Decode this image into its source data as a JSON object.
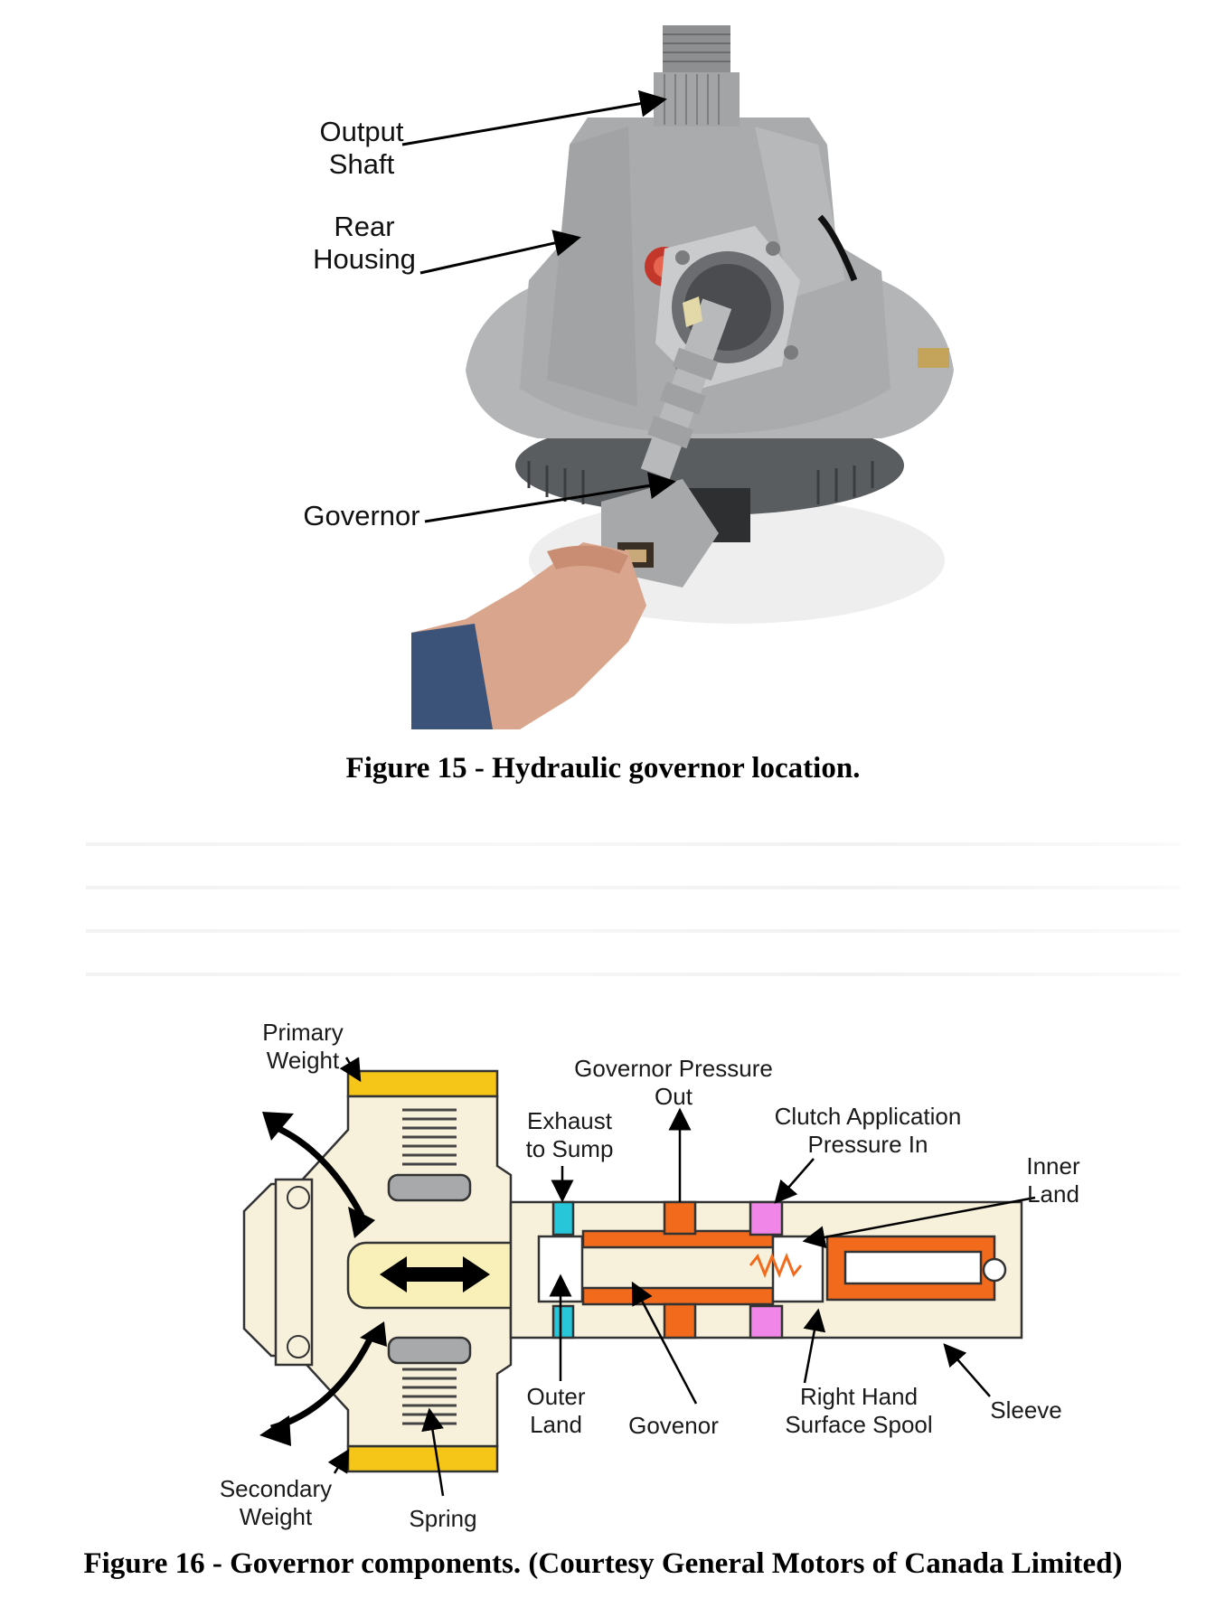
{
  "figure15": {
    "labels": {
      "output_shaft_1": "Output",
      "output_shaft_2": "Shaft",
      "rear_housing_1": "Rear",
      "rear_housing_2": "Housing",
      "governor": "Governor"
    },
    "caption": "Figure 15 - Hydraulic governor location."
  },
  "figure16": {
    "labels": {
      "primary_weight_1": "Primary",
      "primary_weight_2": "Weight",
      "governor_pressure_1": "Governor Pressure",
      "governor_pressure_2": "Out",
      "exhaust_1": "Exhaust",
      "exhaust_2": "to Sump",
      "clutch_1": "Clutch Application",
      "clutch_2": "Pressure In",
      "inner_land_1": "Inner",
      "inner_land_2": "Land",
      "outer_land_1": "Outer",
      "outer_land_2": "Land",
      "govenor": "Govenor",
      "right_hand_1": "Right Hand",
      "right_hand_2": "Surface Spool",
      "sleeve": "Sleeve",
      "secondary_weight_1": "Secondary",
      "secondary_weight_2": "Weight",
      "spring": "Spring"
    },
    "caption": "Figure 16 - Governor components. (Courtesy General Motors of Canada Limited)"
  },
  "colors": {
    "housing": "#a7a9ab",
    "cream": "#f7f1dc",
    "yellow": "#f5c518",
    "orange": "#f26a1b",
    "cyan": "#27c6d9",
    "pink": "#ef86e8"
  }
}
